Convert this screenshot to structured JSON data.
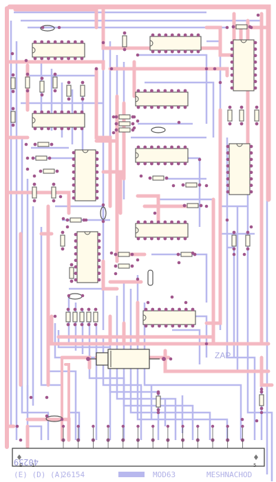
{
  "board": {
    "pcb_label": "ZAP",
    "connector_code": "40259",
    "pin_left_top": "E",
    "pin_left_num": "1",
    "pin_right_num": "5",
    "bottom_text_left": "(E) (D) (A)",
    "bottom_text_mid1": "26154",
    "bottom_text_mid2": "MOD63",
    "bottom_text_right": "MESHNACHOD"
  },
  "colors": {
    "top_copper": "#f4b9c2",
    "bottom_copper": "#b8b8ee",
    "overlap": "#c79fd4",
    "component": "#555555",
    "pad": "#a0568c",
    "body_fill": "#fffbea"
  },
  "icons": [
    "ic-chip",
    "resistor",
    "capacitor",
    "diode",
    "edge-connector",
    "pad"
  ]
}
